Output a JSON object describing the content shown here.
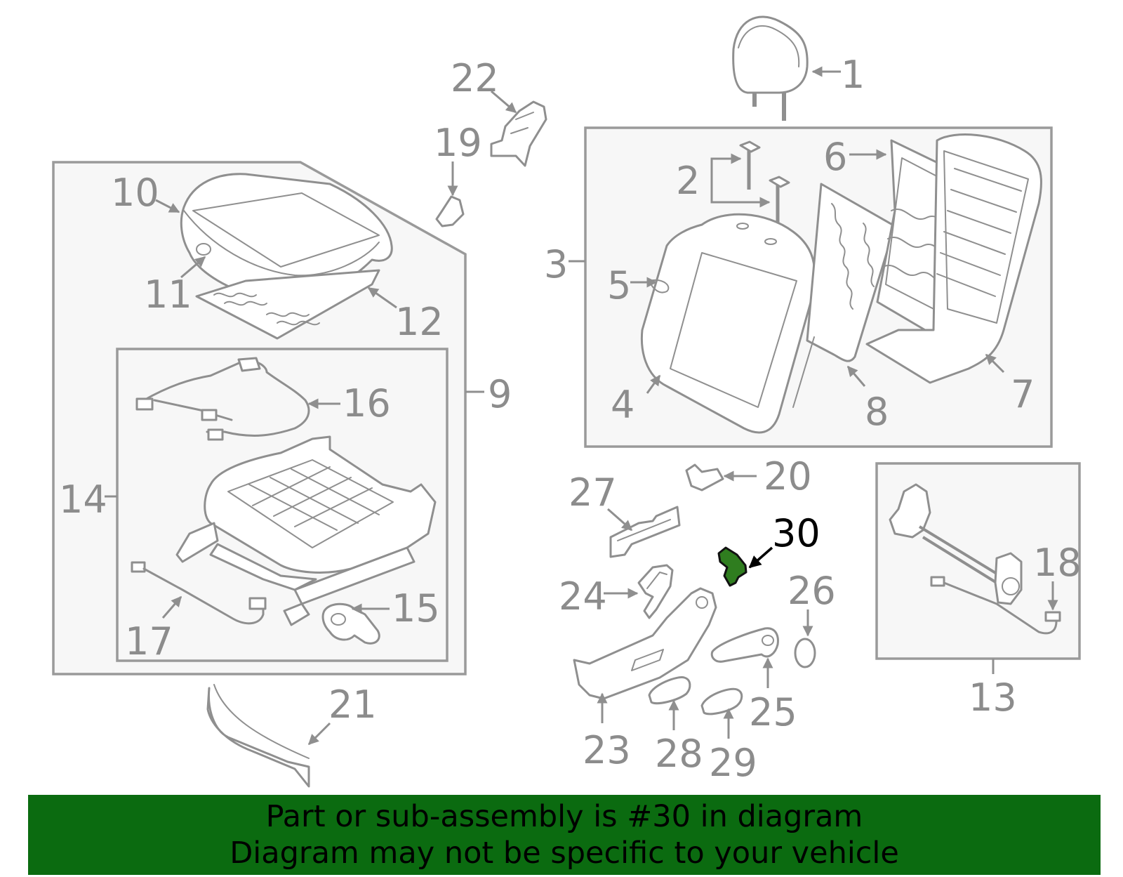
{
  "diagram": {
    "labels": {
      "l1": "1",
      "l2": "2",
      "l3": "3",
      "l4": "4",
      "l5": "5",
      "l6": "6",
      "l7": "7",
      "l8": "8",
      "l9": "9",
      "l10": "10",
      "l11": "11",
      "l12": "12",
      "l13": "13",
      "l14": "14",
      "l15": "15",
      "l16": "16",
      "l17": "17",
      "l18": "18",
      "l19": "19",
      "l20": "20",
      "l21": "21",
      "l22": "22",
      "l23": "23",
      "l24": "24",
      "l25": "25",
      "l26": "26",
      "l27": "27",
      "l28": "28",
      "l29": "29",
      "l30": "30"
    },
    "highlighted_part": "30",
    "highlight_color": "#2f7d1f"
  },
  "banner": {
    "line1": "Part or sub-assembly is #30 in diagram",
    "line2": "Diagram may not be specific to your vehicle",
    "background": "#0b6b10"
  }
}
